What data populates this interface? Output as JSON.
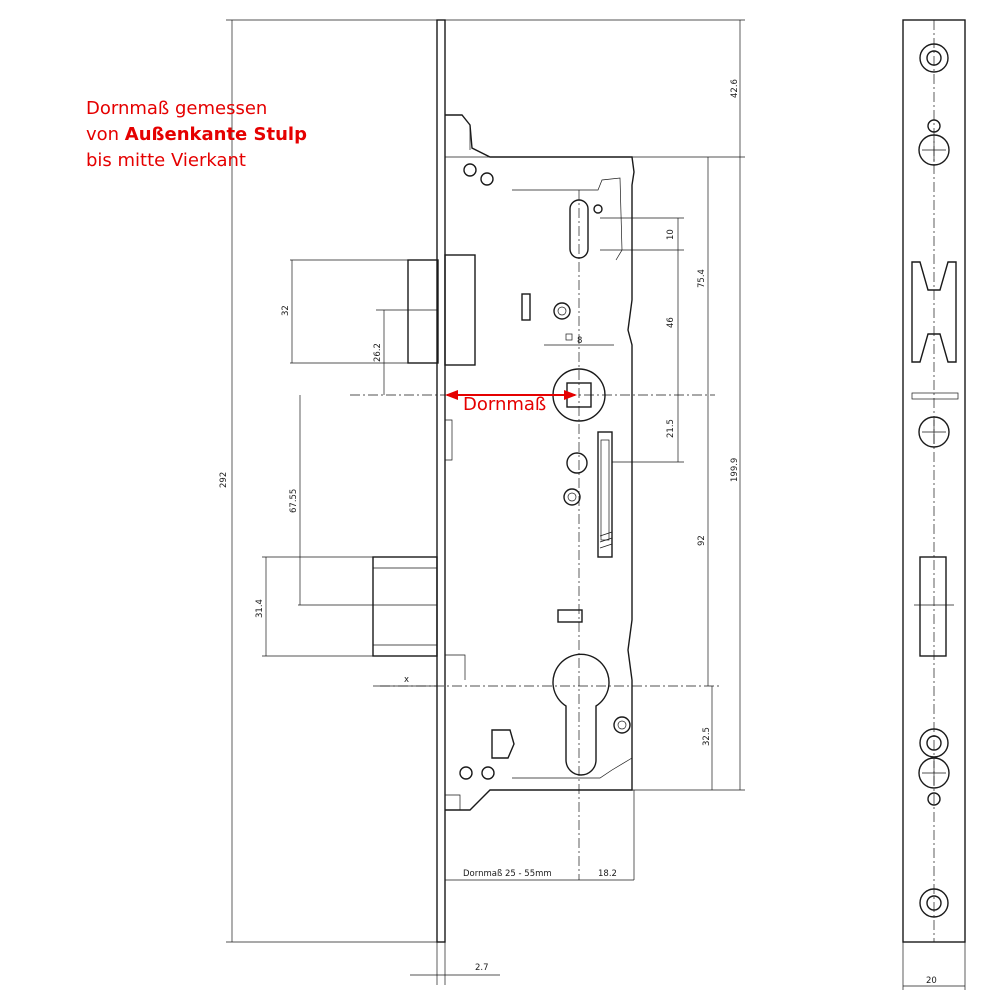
{
  "annotation": {
    "line1": "Dornmaß gemessen",
    "line2_prefix": "von ",
    "line2_bold": "Außenkante Stulp",
    "line3": "bis mitte Vierkant"
  },
  "dornmass_label": "Dornmaß",
  "dimensions": {
    "total_height": "292",
    "top_offset": "42.6",
    "upper_slot_gap": "10",
    "follower_to_top": "75.4",
    "slot_to_follower": "46",
    "latch_height": "32",
    "latch_offset": "26.2",
    "follower_to_lower": "21.5",
    "follower_to_cylinder_outer": "199.9",
    "follower_to_cylinder": "92",
    "follower_to_bolt": "67.55",
    "bolt_height": "31.4",
    "bolt_throw": "x",
    "cylinder_to_bottom": "32.5",
    "square_size": "8",
    "backset_range": "Dornmaß 25 - 55mm",
    "cylinder_offset": "18.2",
    "faceplate_thickness": "2.7",
    "faceplate_width": "20"
  },
  "colors": {
    "accent": "#e50000",
    "line": "#1a1a1a"
  }
}
